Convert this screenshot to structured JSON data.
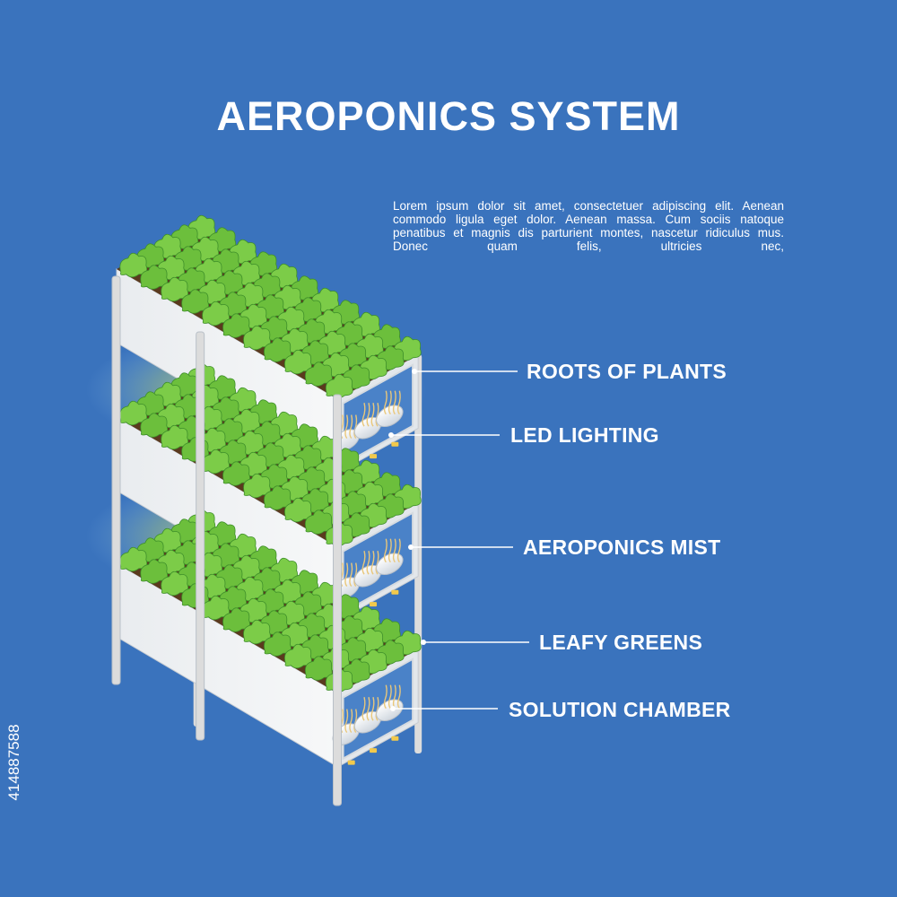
{
  "title": "AEROPONICS SYSTEM",
  "description": "Lorem ipsum dolor sit amet, consectetuer adipiscing elit. Aenean commodo ligula eget dolor. Aenean massa. Cum sociis natoque penatibus et magnis dis parturient montes, nascetur ridiculus mus. Donec quam felis, ultricies nec,",
  "labels": {
    "roots": "ROOTS OF PLANTS",
    "led": "LED LIGHTING",
    "mist": "AEROPONICS MIST",
    "greens": "LEAFY GREENS",
    "chamber": "SOLUTION CHAMBER"
  },
  "stock_id": "414887588",
  "colors": {
    "background": "#3a73bd",
    "frame": "#dcdcdc",
    "plant": "#6cbf3c",
    "plant_dark": "#3e8f2a",
    "soil": "#5a3a1e",
    "led_glow": "#e8f08a",
    "leader_line": "#ffffff"
  }
}
